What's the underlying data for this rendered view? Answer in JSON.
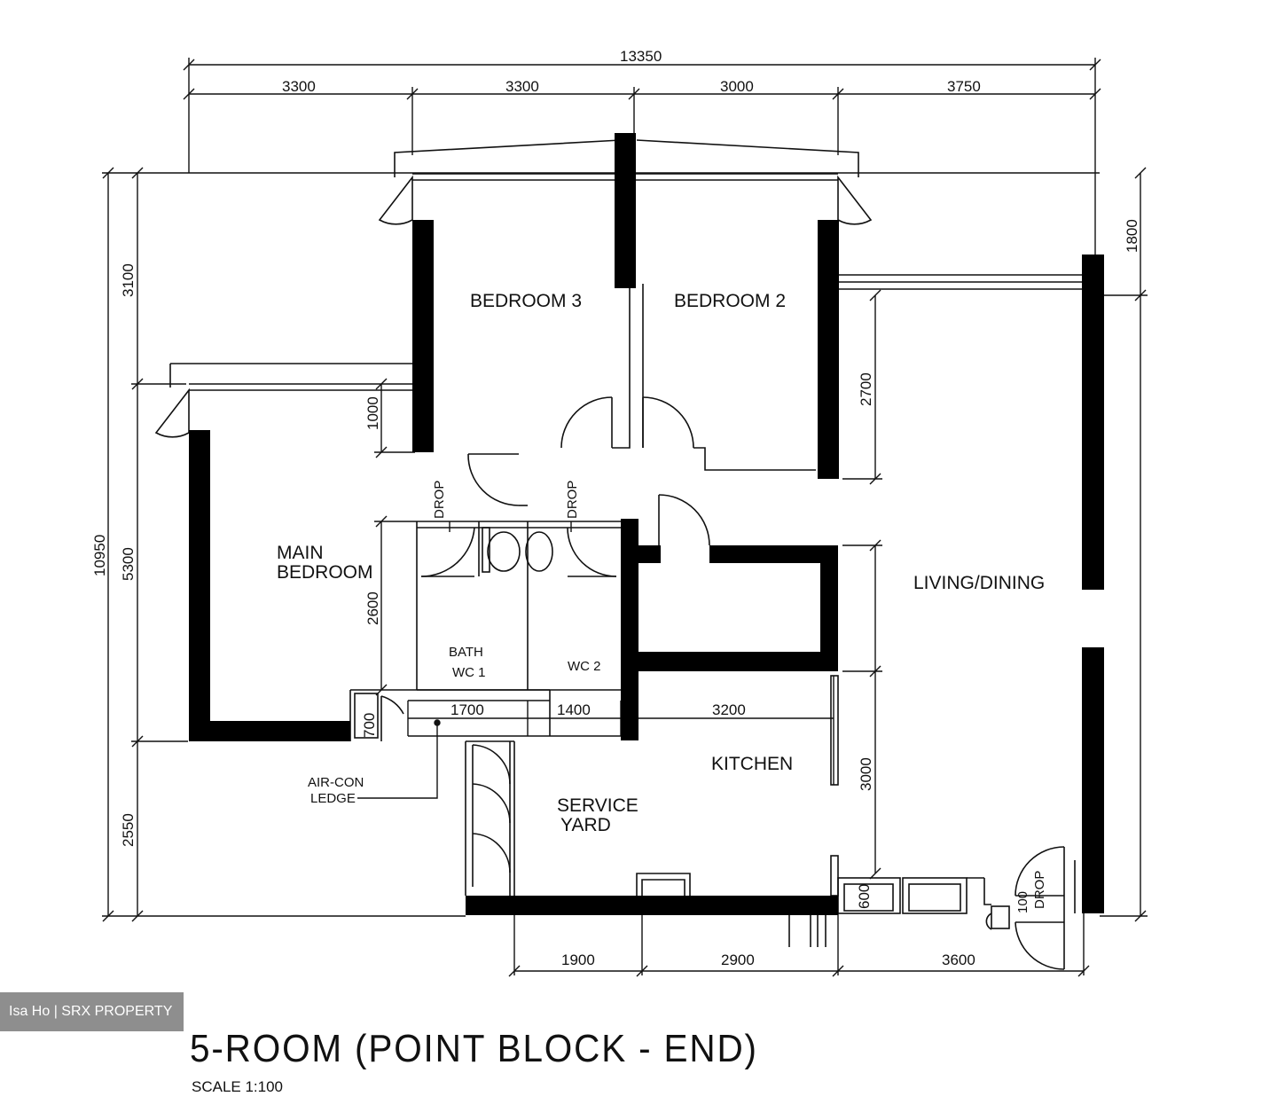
{
  "watermark": "Isa Ho | SRX PROPERTY",
  "title": "5-ROOM (POINT BLOCK - END)",
  "scale": "SCALE   1:100",
  "rooms": {
    "bedroom3": "BEDROOM 3",
    "bedroom2": "BEDROOM 2",
    "main_bedroom_1": "MAIN",
    "main_bedroom_2": "BEDROOM",
    "living_dining": "LIVING/DINING",
    "kitchen": "KITCHEN",
    "service_yard_1": "SERVICE",
    "service_yard_2": "YARD",
    "bath_wc1_1": "BATH",
    "bath_wc1_2": "WC 1",
    "wc2": "WC 2",
    "aircon_1": "AIR-CON",
    "aircon_2": "LEDGE",
    "drop": "DROP"
  },
  "dimensions": {
    "top_total": "13350",
    "top_1": "3300",
    "top_2": "3300",
    "top_3": "3000",
    "top_4": "3750",
    "left_total": "10950",
    "left_1": "3100",
    "left_2": "1000",
    "left_3": "5300",
    "left_4": "2550",
    "inner_2600": "2600",
    "inner_700": "700",
    "inner_1700": "1700",
    "inner_1400": "1400",
    "inner_3200": "3200",
    "right_1800": "1800",
    "right_2700": "2700",
    "right_3000": "3000",
    "right_600": "600",
    "right_100": "100",
    "bottom_1": "1900",
    "bottom_2": "2900",
    "bottom_3": "3600"
  }
}
